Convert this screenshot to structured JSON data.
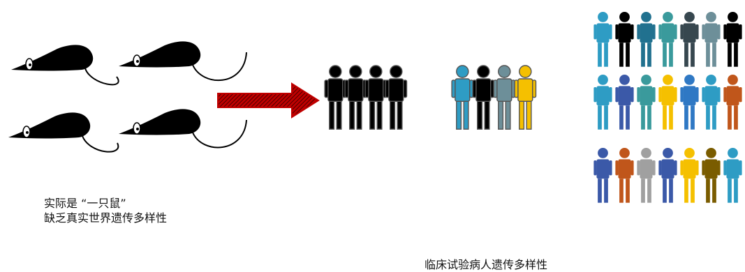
{
  "left_caption": {
    "line1": "实际是 “一只鼠”",
    "line2": "缺乏真实世界遗传多样性"
  },
  "bottom_caption": "临床试验病人遗传多样性",
  "colors": {
    "mouse": "#000000",
    "arrow_fill": "#c00000",
    "arrow_stripe": "#000000",
    "uniform_person": "#000000",
    "person_outline": "#555555",
    "palette": [
      "#2e9cc4",
      "#000000",
      "#21718f",
      "#3a9a9c",
      "#37474f",
      "#6d8f99",
      "#3b59a8",
      "#f5c000",
      "#2f78c4",
      "#c0561b",
      "#a0a0a0",
      "#7a5c00"
    ]
  },
  "icons": [
    "mouse-icon",
    "arrow-icon",
    "person-icon"
  ]
}
